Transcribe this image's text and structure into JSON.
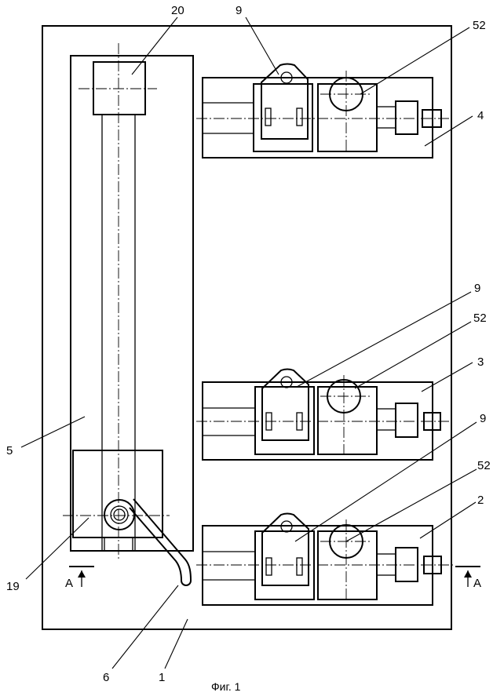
{
  "labels": {
    "frame": "1",
    "station_bottom": "2",
    "station_middle": "3",
    "station_top": "4",
    "column": "5",
    "lever": "6",
    "socket_top": "9",
    "socket_middle": "9",
    "socket_bottom": "9",
    "carriage": "19",
    "top_block": "20",
    "circle_top": "52",
    "circle_middle": "52",
    "circle_bottom": "52"
  },
  "section": {
    "left": "A",
    "right": "A"
  },
  "caption": "Фиг. 1"
}
